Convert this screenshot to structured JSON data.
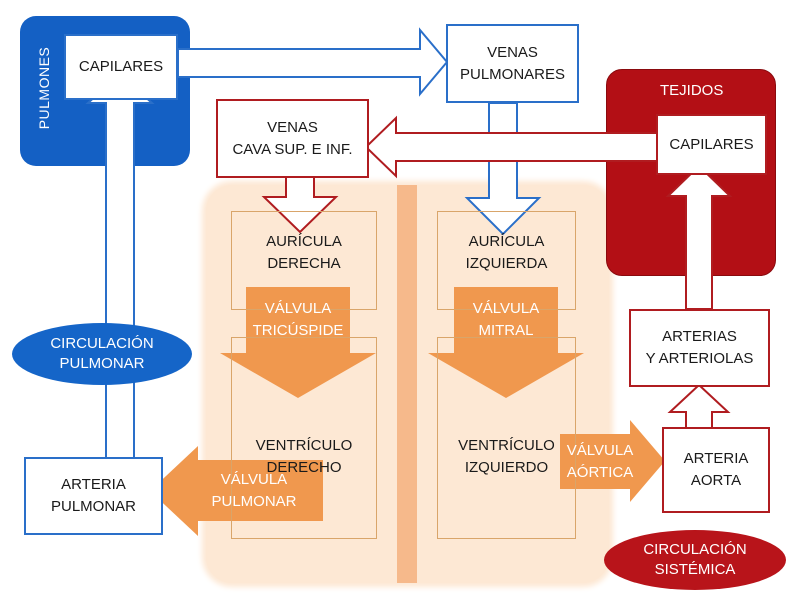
{
  "labels": {
    "pulmones": "PULMONES",
    "tejidos": "TEJIDOS",
    "capilares_pulmon": "CAPILARES",
    "venas_pulmonares": "VENAS\nPULMONARES",
    "venas_cava": "VENAS\nCAVA SUP. E INF.",
    "capilares_tejido": "CAPILARES",
    "auricula_derecha": "AURÍCULA\nDERECHA",
    "auricula_izquierda": "AURÍCULA\nIZQUIERDA",
    "ventriculo_derecho": "VENTRÍCULO\nDERECHO",
    "ventriculo_izquierdo": "VENTRÍCULO\nIZQUIERDO",
    "arterias_arteriolas": "ARTERIAS\nY ARTERIOLAS",
    "arteria_aorta": "ARTERIA\nAORTA",
    "arteria_pulmonar": "ARTERIA\nPULMONAR",
    "valvula_tricuspide": "VÁLVULA\nTRICÚSPIDE",
    "valvula_mitral": "VÁLVULA\nMITRAL",
    "valvula_pulmonar": "VÁLVULA\nPULMONAR",
    "valvula_aortica": "VÁLVULA\nAÓRTICA",
    "circulacion_pulmonar": "CIRCULACIÓN\nPULMONAR",
    "circulacion_sistemica": "CIRCULACIÓN\nSISTÉMICA"
  },
  "colors": {
    "blue_region": "#1460c4",
    "blue_arrow_border": "#2a6fc9",
    "red_region": "#b30f15",
    "red_arrow_border": "#b01c20",
    "valve_orange": "#f0984e",
    "heart_background": "#fde8d4"
  }
}
